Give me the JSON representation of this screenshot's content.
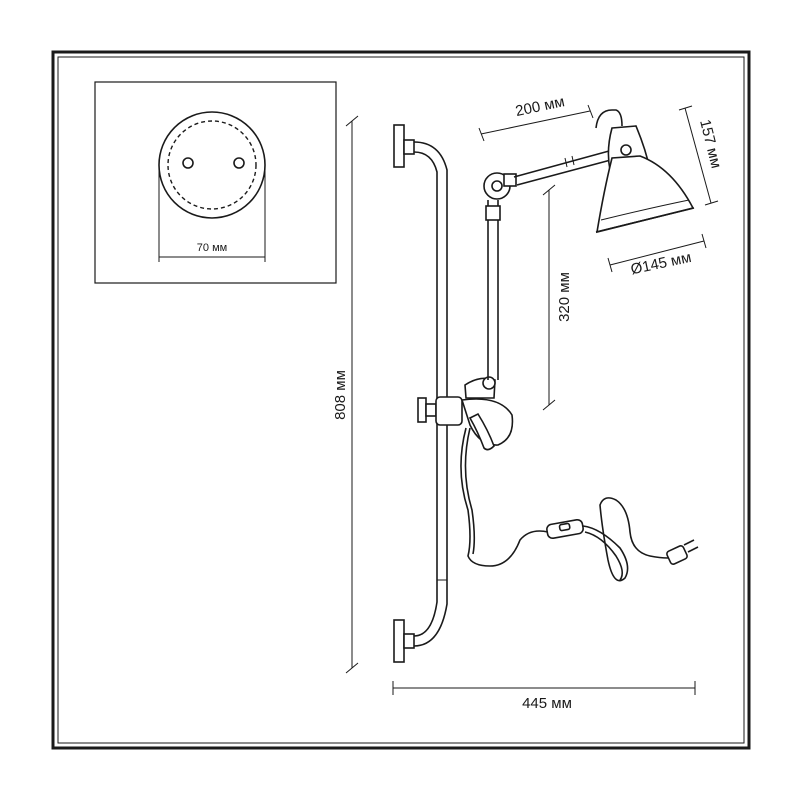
{
  "dimensions": {
    "base_diameter": "70 мм",
    "arm_length": "200 мм",
    "shade_height": "157 мм",
    "shade_diameter": "Ø145 мм",
    "vertical_reach": "320 мм",
    "total_height": "808 мм",
    "total_depth": "445 мм"
  }
}
